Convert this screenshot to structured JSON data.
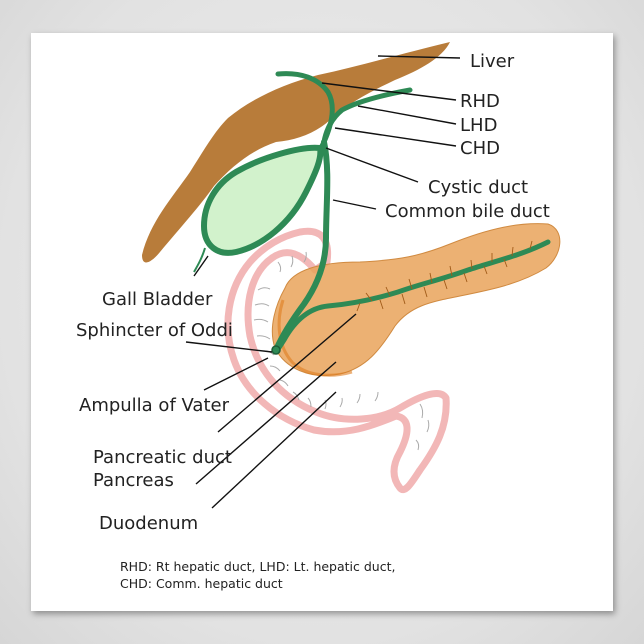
{
  "labels": {
    "liver": "Liver",
    "rhd": "RHD",
    "lhd": "LHD",
    "chd": "CHD",
    "cystic_duct": "Cystic duct",
    "common_bile_duct": "Common bile duct",
    "gall_bladder": "Gall Bladder",
    "sphincter": "Sphincter of Oddi",
    "ampulla": "Ampulla of Vater",
    "pancreatic_duct": "Pancreatic duct",
    "pancreas": "Pancreas",
    "duodenum": "Duodenum"
  },
  "legend": {
    "line1": "RHD: Rt hepatic duct, LHD: Lt. hepatic duct,",
    "line2": "CHD: Comm. hepatic duct"
  },
  "colors": {
    "liver": "#b87c3a",
    "duct": "#2e8a55",
    "gall_bladder_fill": "#d2f2cc",
    "pancreas": "#e9a35a",
    "duodenum": "#f2b7b7"
  }
}
